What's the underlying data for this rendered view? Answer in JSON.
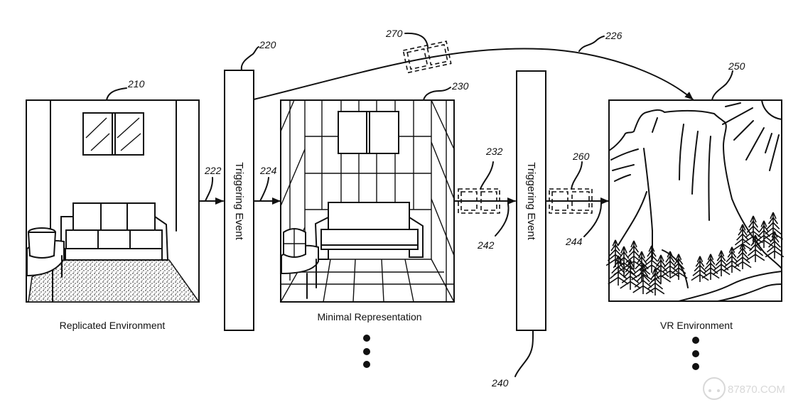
{
  "diagram": {
    "panels": {
      "replicated": {
        "ref": "210",
        "caption": "Replicated Environment"
      },
      "minimal": {
        "ref": "230",
        "caption": "Minimal Representation"
      },
      "vr": {
        "ref": "250",
        "caption": "VR Environment"
      }
    },
    "trigger_boxes": [
      {
        "ref": "220",
        "label": "Triggering Event"
      },
      {
        "ref": "240",
        "label": "Triggering Event"
      }
    ],
    "arrows": {
      "a222": "222",
      "a224": "224",
      "a226": "226",
      "a242": "242",
      "a244": "244"
    },
    "data_packets": {
      "p232": "232",
      "p260": "260",
      "p270": "270"
    },
    "continuation": "ellipsis-vertical"
  },
  "watermark": {
    "text": "87870.COM"
  }
}
